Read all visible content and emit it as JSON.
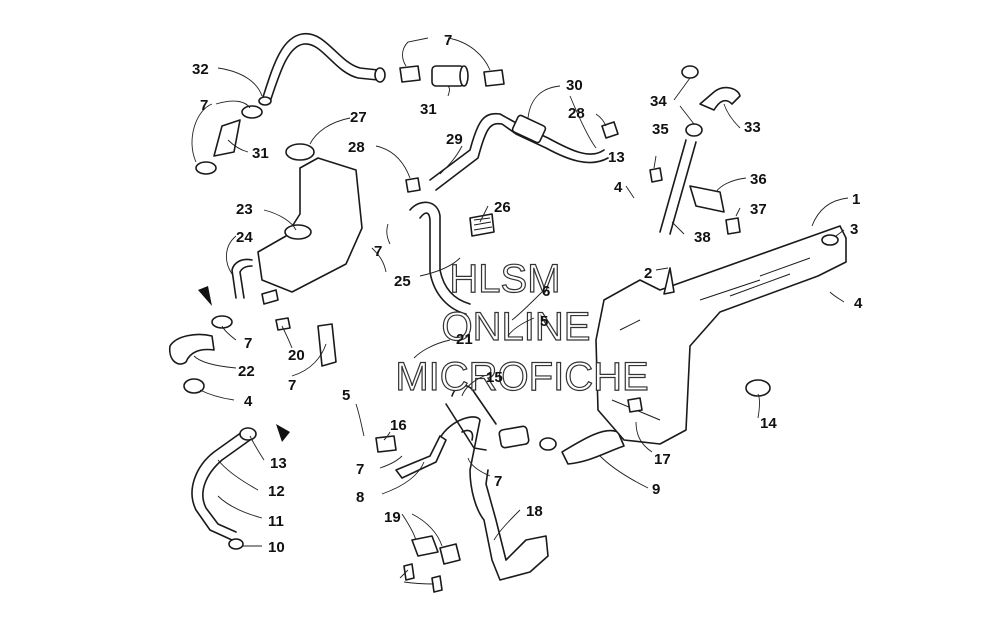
{
  "watermark": {
    "line1": "HLSM",
    "line2": "ONLINE",
    "line3": "MICROFICHE"
  },
  "callouts": [
    {
      "id": "c32",
      "text": "32"
    },
    {
      "id": "c7a",
      "text": "7"
    },
    {
      "id": "c31a",
      "text": "31"
    },
    {
      "id": "c7b",
      "text": "7"
    },
    {
      "id": "c31b",
      "text": "31"
    },
    {
      "id": "c30",
      "text": "30"
    },
    {
      "id": "c28a",
      "text": "28"
    },
    {
      "id": "c29",
      "text": "29"
    },
    {
      "id": "c27",
      "text": "27"
    },
    {
      "id": "c28b",
      "text": "28"
    },
    {
      "id": "c34",
      "text": "34"
    },
    {
      "id": "c33",
      "text": "33"
    },
    {
      "id": "c35",
      "text": "35"
    },
    {
      "id": "c13a",
      "text": "13"
    },
    {
      "id": "c4a",
      "text": "4"
    },
    {
      "id": "c36",
      "text": "36"
    },
    {
      "id": "c37",
      "text": "37"
    },
    {
      "id": "c38",
      "text": "38"
    },
    {
      "id": "c1",
      "text": "1"
    },
    {
      "id": "c3",
      "text": "3"
    },
    {
      "id": "c23",
      "text": "23"
    },
    {
      "id": "c26",
      "text": "26"
    },
    {
      "id": "c24",
      "text": "24"
    },
    {
      "id": "c7c",
      "text": "7"
    },
    {
      "id": "c25",
      "text": "25"
    },
    {
      "id": "c2",
      "text": "2"
    },
    {
      "id": "c4b",
      "text": "4"
    },
    {
      "id": "c6",
      "text": "6"
    },
    {
      "id": "c5a",
      "text": "5"
    },
    {
      "id": "c7d",
      "text": "7"
    },
    {
      "id": "c21",
      "text": "21"
    },
    {
      "id": "c20",
      "text": "20"
    },
    {
      "id": "c22",
      "text": "22"
    },
    {
      "id": "c7e",
      "text": "7"
    },
    {
      "id": "c15",
      "text": "15"
    },
    {
      "id": "c4c",
      "text": "4"
    },
    {
      "id": "c5b",
      "text": "5"
    },
    {
      "id": "c14",
      "text": "14"
    },
    {
      "id": "c16",
      "text": "16"
    },
    {
      "id": "c13b",
      "text": "13"
    },
    {
      "id": "c7f",
      "text": "7"
    },
    {
      "id": "c7g",
      "text": "7"
    },
    {
      "id": "c17",
      "text": "17"
    },
    {
      "id": "c12",
      "text": "12"
    },
    {
      "id": "c8",
      "text": "8"
    },
    {
      "id": "c9",
      "text": "9"
    },
    {
      "id": "c18",
      "text": "18"
    },
    {
      "id": "c11",
      "text": "11"
    },
    {
      "id": "c19",
      "text": "19"
    },
    {
      "id": "c10",
      "text": "10"
    }
  ]
}
